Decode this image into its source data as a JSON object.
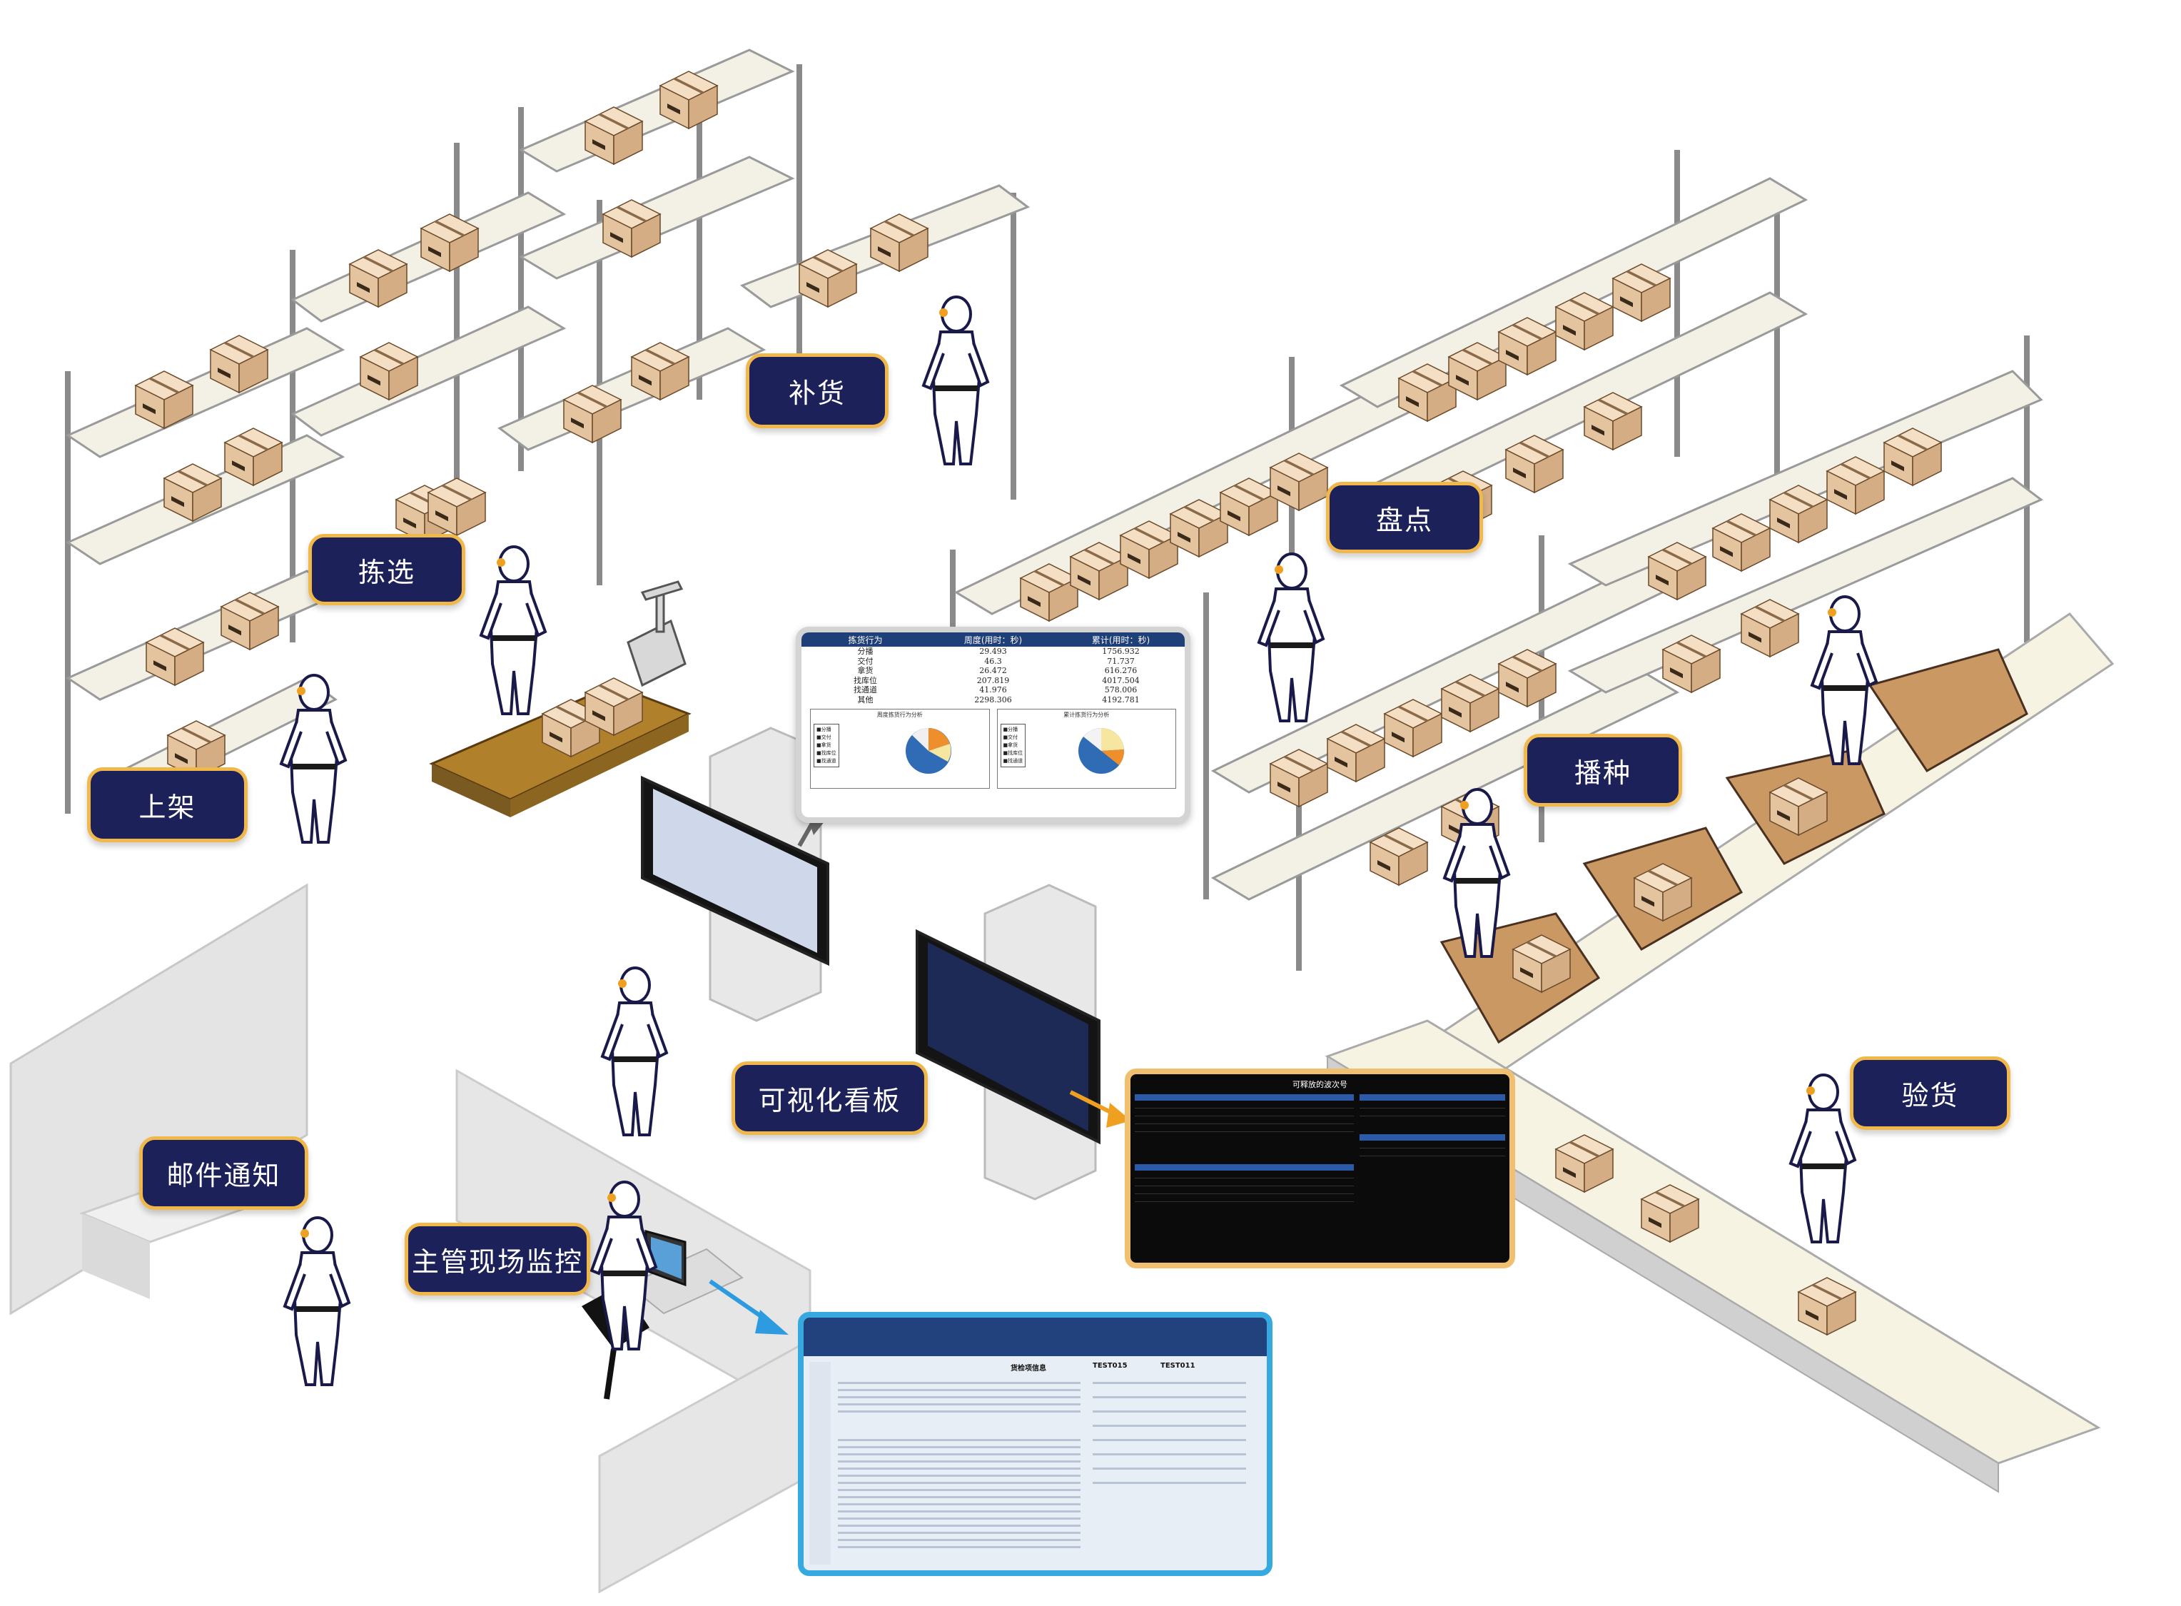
{
  "labels": {
    "replenish": "补货",
    "count": "盘点",
    "pick": "拣选",
    "putaway": "上架",
    "sow": "播种",
    "dashboard": "可视化看板",
    "inspect": "验货",
    "email": "邮件通知",
    "supervisor": "主管现场监控"
  },
  "stats_panel": {
    "headers": [
      "拣货行为",
      "周度(用时：秒)",
      "累计(用时：秒)"
    ],
    "rows": [
      [
        "分播",
        "29.493",
        "1756.932"
      ],
      [
        "交付",
        "46.3",
        "71.737"
      ],
      [
        "拿货",
        "26.472",
        "616.276"
      ],
      [
        "找库位",
        "207.819",
        "4017.504"
      ],
      [
        "找通道",
        "41.976",
        "578.006"
      ],
      [
        "其他",
        "2298.306",
        "4192.781"
      ]
    ],
    "pie_titles": [
      "周度拣货行为分析",
      "累计拣货行为分析"
    ],
    "legend": [
      "分播",
      "交付",
      "拿货",
      "找库位",
      "找通道"
    ]
  },
  "board_panel": {
    "title": "可释放的波次号"
  },
  "app_panel": {
    "title": "货检项信息",
    "tab_a": "TEST015",
    "tab_b": "TEST011"
  },
  "colors": {
    "tag_bg": "#1d2159",
    "tag_border": "#f0b84a",
    "box": "#e3c3a0",
    "shelf": "#f3f1e6",
    "pallet": "#a8761e",
    "pie_blue": "#2f6cb5",
    "pie_orange": "#ee8f2b",
    "pie_yellow": "#f6e6a0"
  }
}
